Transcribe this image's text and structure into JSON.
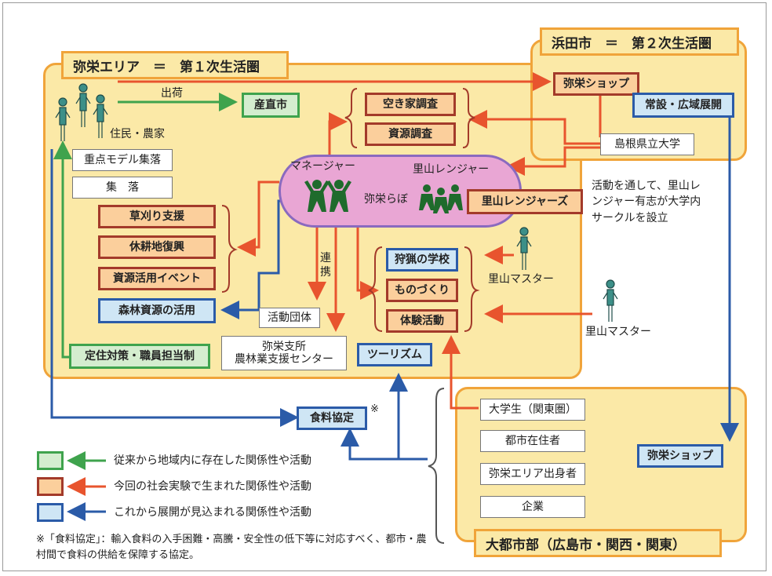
{
  "areas": {
    "yasaka": "弥栄エリア　＝　第１次生活圏",
    "hamada": "浜田市　＝　第２次生活圏",
    "metro": "大都市部（広島市・関西・関東）"
  },
  "yasaka": {
    "shipping": "出荷",
    "residents": "住民・農家",
    "direct_market": "産直市",
    "model_village": "重点モデル集落",
    "village": "集　落",
    "support": [
      "草刈り支援",
      "休耕地復興",
      "資源活用イベント"
    ],
    "forest": "森林資源の活用",
    "settlement": "定住対策・職員担当制",
    "branch_office": "弥栄支所",
    "agri_center": "農林業支援センター",
    "group": "活動団体",
    "liaison": "連携",
    "survey": [
      "空き家調査",
      "資源調査"
    ],
    "manager": "マネージャー",
    "lab": "弥栄らぼ",
    "ranger": "里山レンジャー",
    "school": [
      "狩猟の学校",
      "ものづくり",
      "体験活動"
    ],
    "master": "里山マスター",
    "tourism": "ツーリズム"
  },
  "hamada": {
    "shop": "弥栄ショップ",
    "expansion": "常設・広域展開",
    "univ": "島根県立大学"
  },
  "rangers_box": "里山レンジャーズ",
  "rangers_note": "活動を通して、里山レンジャー有志が大学内サークルを設立",
  "outside_master": "里山マスター",
  "food_pact": "食料協定",
  "food_pact_mark": "※",
  "metro": {
    "groups": [
      "大学生（関東圏）",
      "都市在住者",
      "弥栄エリア出身者",
      "企業"
    ],
    "shop": "弥栄ショップ"
  },
  "legend": [
    {
      "label": "従来から地域内に存在した関係性や活動",
      "color": "#3fa34d"
    },
    {
      "label": "今回の社会実験で生まれた関係性や活動",
      "color": "#e8542e"
    },
    {
      "label": "これから展開が見込まれる関係性や活動",
      "color": "#2b5ba8"
    }
  ],
  "footnote": "※「食料協定」：輸入食料の入手困難・高騰・安全性の低下等に対応すべく、都市・農村間で食料の供給を保障する協定。",
  "colors": {
    "green": "#3fa34d",
    "red": "#e8542e",
    "blue": "#2b5ba8",
    "orange_border": "#f0a43a",
    "area_fill": "#fbe9a7"
  }
}
